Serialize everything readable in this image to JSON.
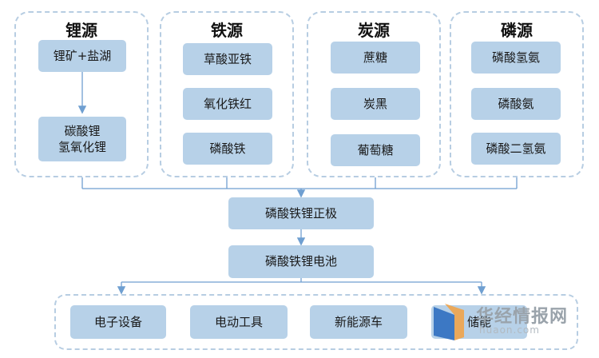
{
  "sources": [
    {
      "title": "锂源",
      "items": [
        "锂矿+盐湖",
        "碳酸锂\n氢氧化锂"
      ]
    },
    {
      "title": "铁源",
      "items": [
        "草酸亚铁",
        "氧化铁红",
        "磷酸铁"
      ]
    },
    {
      "title": "炭源",
      "items": [
        "蔗糖",
        "炭黑",
        "葡萄糖"
      ]
    },
    {
      "title": "磷源",
      "items": [
        "磷酸氢氨",
        "磷酸氨",
        "磷酸二氢氨"
      ]
    }
  ],
  "cathode": "磷酸铁锂正极",
  "battery": "磷酸铁锂电池",
  "applications": [
    "电子设备",
    "电动工具",
    "新能源车",
    "储能"
  ],
  "watermark": {
    "text": "华经情报网",
    "url": "huaon.com"
  },
  "colors": {
    "node": "#b7d1e8",
    "dashed_border": "#b7cde2",
    "connector": "#6f9fd1"
  }
}
